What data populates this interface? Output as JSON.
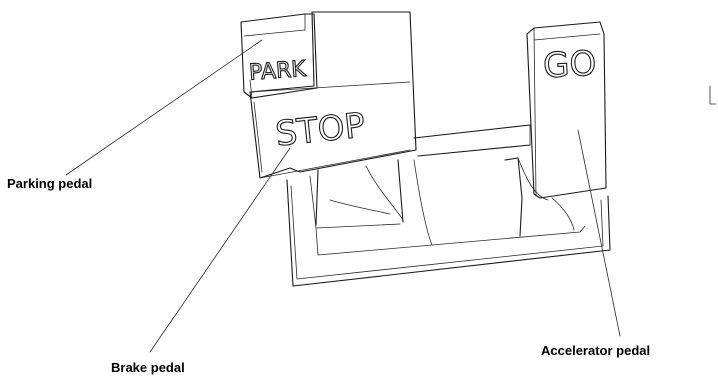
{
  "pedals": {
    "park_text": "PARK",
    "stop_text": "STOP",
    "go_text": "GO"
  },
  "labels": {
    "parking": "Parking pedal",
    "brake": "Brake pedal",
    "accelerator": "Accelerator pedal"
  }
}
